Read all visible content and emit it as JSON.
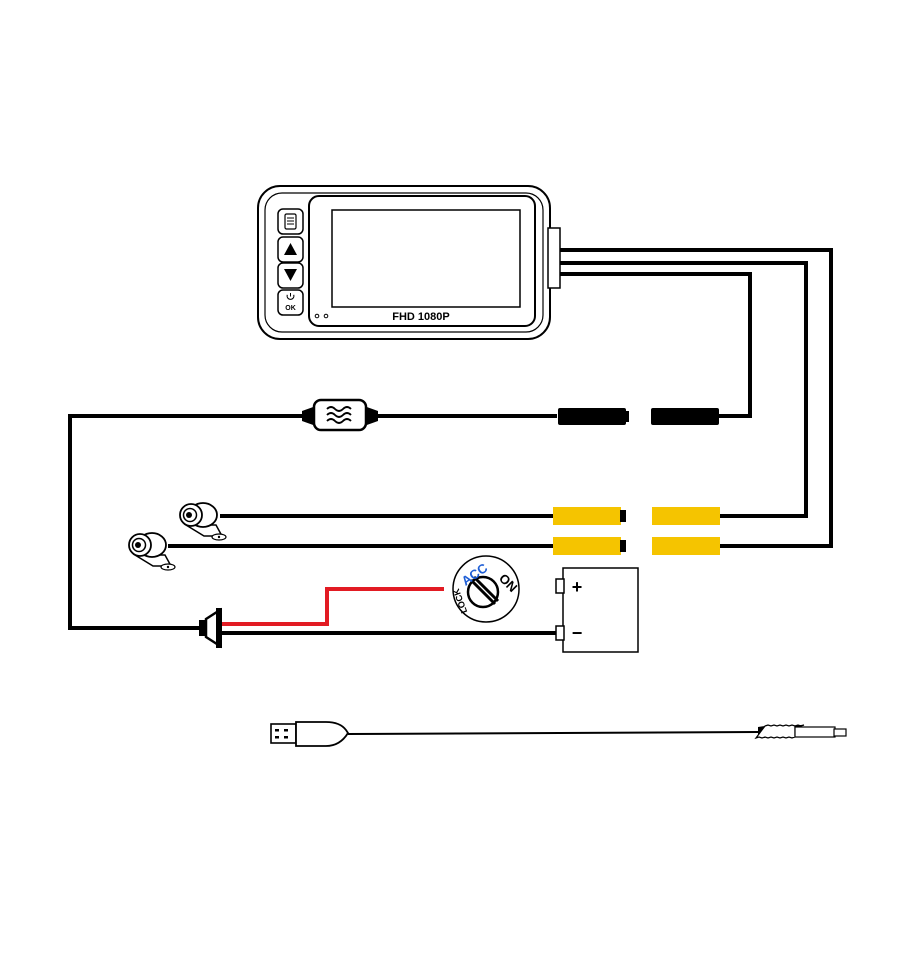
{
  "device": {
    "screen_label": "FHD 1080P",
    "ok_label": "OK"
  },
  "ignition": {
    "acc_label": "ACC",
    "on_label": "ON",
    "lock_label": "LOCK"
  },
  "battery": {
    "positive_label": "+",
    "negative_label": "−"
  },
  "colors": {
    "wire": "#000000",
    "power_wire": "#e21b23",
    "camera_connector": "#f5c400",
    "acc_text": "#1f5fd6"
  },
  "icons": {
    "menu": "menu-icon",
    "up": "triangle-up-icon",
    "down": "triangle-down-icon",
    "power_ok": "power-icon"
  }
}
